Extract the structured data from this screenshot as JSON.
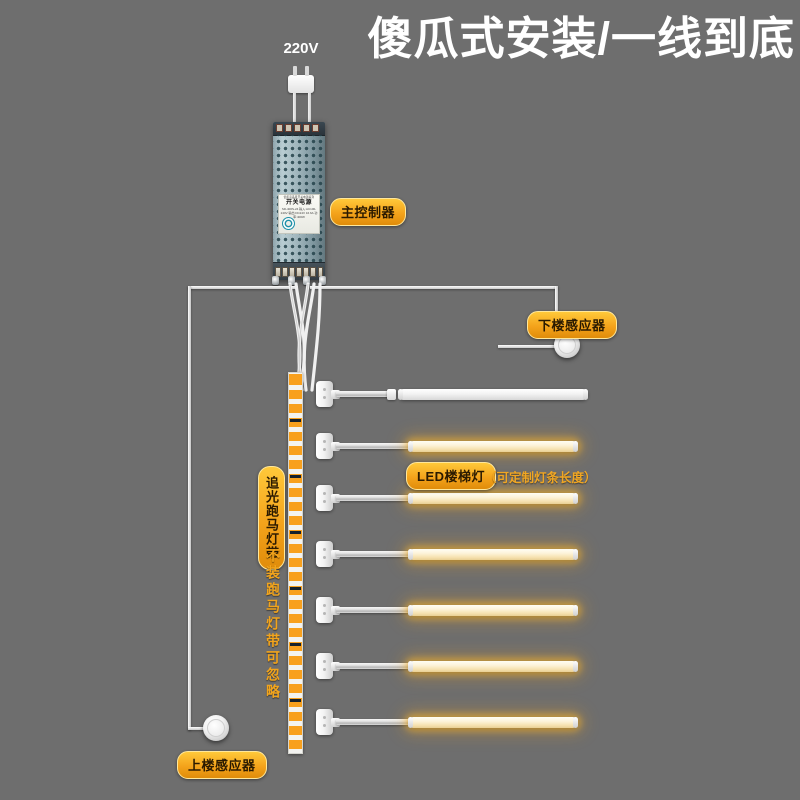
{
  "page": {
    "title": "傻瓜式安装/一线到底",
    "background_color": "#6e6e6e",
    "accent_color": "#f4a31b"
  },
  "power": {
    "voltage_label": "220V",
    "plug_name": "ac-plug"
  },
  "controller": {
    "badge": "主控制器",
    "label_brand": "优质高品质开关电源系列",
    "label_title": "开关电源",
    "label_spec": "SD-400S-24 输入:AC100-240V 输出:DC24V 16.6A 功率:400W"
  },
  "sensors": {
    "down": {
      "badge": "下楼感应器"
    },
    "up": {
      "badge": "上楼感应器"
    }
  },
  "strip": {
    "badge": "追光跑马灯带",
    "note": "不装跑马灯带可忽略"
  },
  "stair_lights": {
    "badge": "LED楼梯灯",
    "note": "（可定制灯条长度）",
    "rows": [
      {
        "state": "off",
        "length": 190
      },
      {
        "state": "on",
        "length": 170
      },
      {
        "state": "on",
        "length": 170
      },
      {
        "state": "on",
        "length": 170
      },
      {
        "state": "on",
        "length": 170
      },
      {
        "state": "on",
        "length": 170
      },
      {
        "state": "on",
        "length": 170
      }
    ]
  }
}
